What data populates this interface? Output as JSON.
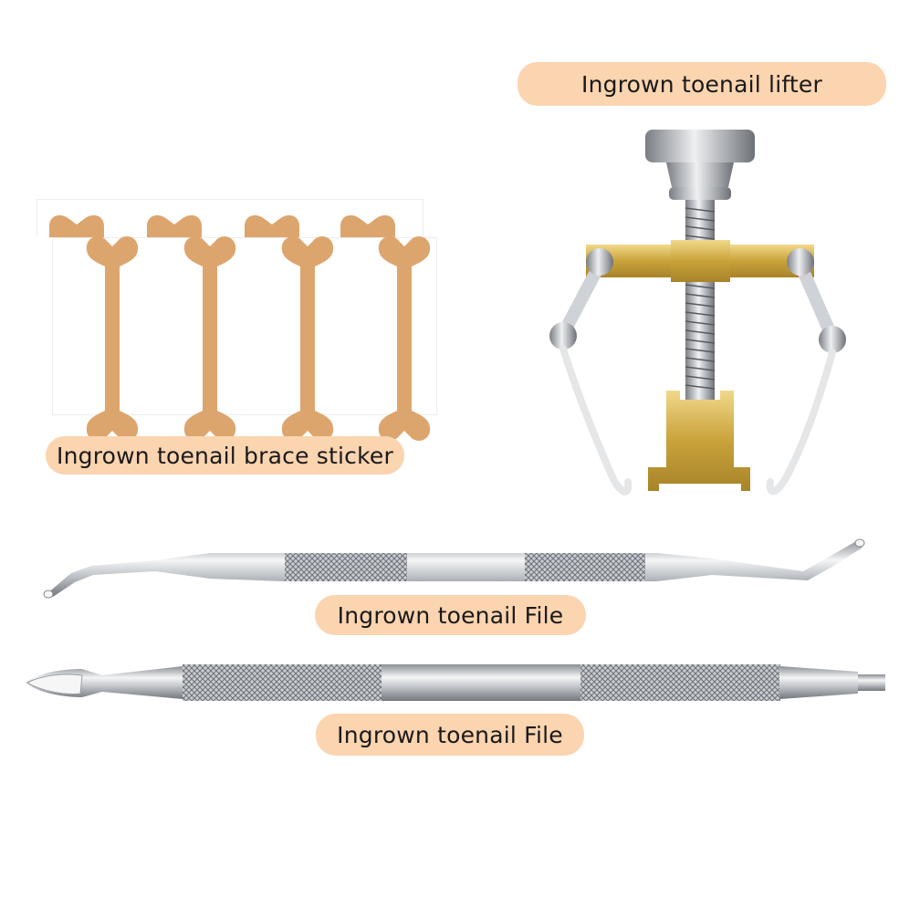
{
  "labels": {
    "lifter": "Ingrown toenail lifter",
    "sticker": "Ingrown toenail brace sticker",
    "file_1": "Ingrown toenail File",
    "file_2": "Ingrown toenail File"
  },
  "colors": {
    "label_bg": "#fbd4b0",
    "sticker": "#dda56e",
    "brass": "#d4b04a",
    "steel": "#b8bcc2"
  },
  "products": [
    {
      "id": "lifter",
      "name": "Ingrown toenail lifter",
      "count": 1
    },
    {
      "id": "sticker",
      "name": "Ingrown toenail brace sticker",
      "count": 8
    },
    {
      "id": "file_curved",
      "name": "Ingrown toenail File",
      "count": 1
    },
    {
      "id": "file_spatula",
      "name": "Ingrown toenail File",
      "count": 1
    }
  ]
}
